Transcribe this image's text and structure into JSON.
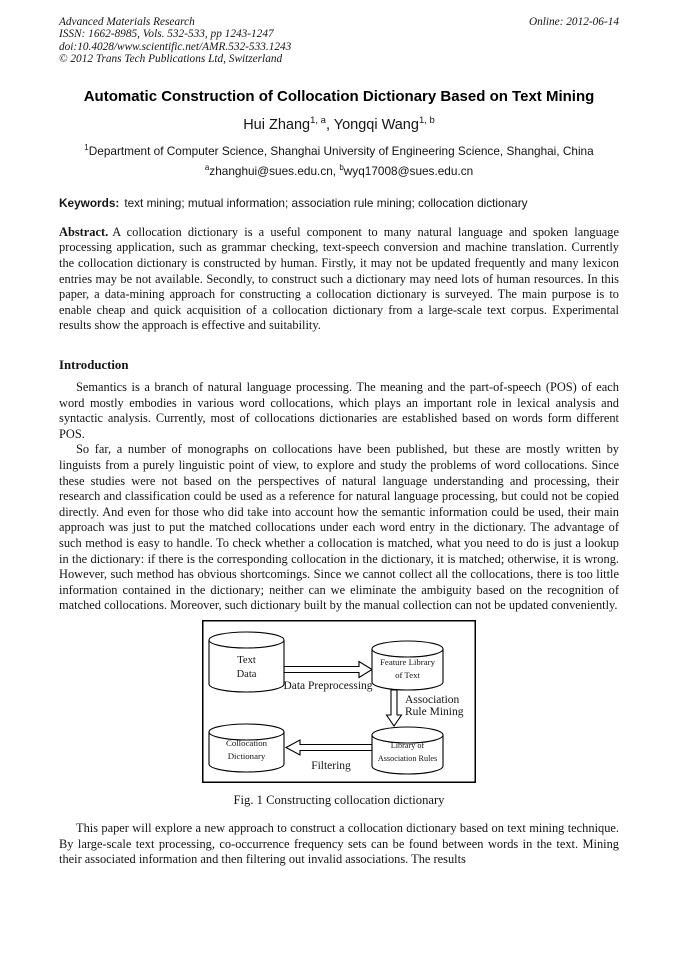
{
  "header": {
    "journal": "Advanced Materials Research",
    "issn": "ISSN: 1662-8985, Vols. 532-533, pp 1243-1247",
    "doi": "doi:10.4028/www.scientific.net/AMR.532-533.1243",
    "copyright": "© 2012 Trans Tech Publications Ltd, Switzerland",
    "online": "Online: 2012-06-14"
  },
  "title": "Automatic Construction of Collocation Dictionary Based on Text Mining",
  "authors": {
    "author1": "Hui Zhang",
    "author1_sup": "1, a",
    "separator": ", ",
    "author2": "Yongqi Wang",
    "author2_sup": "1, b"
  },
  "affiliation": {
    "sup": "1",
    "text": "Department of Computer Science, Shanghai University of Engineering Science, Shanghai, China"
  },
  "contact": {
    "sup_a": "a",
    "email_a": "zhanghui@sues.edu.cn, ",
    "sup_b": "b",
    "email_b": "wyq17008@sues.edu.cn"
  },
  "keywords": {
    "label": "Keywords:",
    "text": "text mining; mutual information; association rule mining; collocation dictionary"
  },
  "abstract": {
    "label": "Abstract.",
    "text": "A collocation dictionary is a useful component to many natural language and spoken language processing application, such as grammar checking, text-speech conversion and machine translation. Currently the collocation dictionary is constructed by human. Firstly, it may not be updated frequently and many lexicon entries may be not available. Secondly, to construct such a dictionary may need lots of human resources. In this paper, a data-mining approach for constructing a collocation dictionary is surveyed. The main purpose is to enable cheap and quick acquisition of a collocation dictionary from a large-scale text corpus. Experimental results show the approach is effective and suitability."
  },
  "sections": {
    "intro_heading": "Introduction",
    "para1": "Semantics is a branch of natural language processing. The meaning and the part-of-speech (POS) of each word mostly embodies in various word collocations, which plays an important role in lexical analysis and syntactic analysis. Currently, most of collocations dictionaries are established based on words form different POS.",
    "para2": "So far, a number of monographs on collocations have been published, but these are mostly written by linguists from a purely linguistic point of view, to explore and study the problems of word collocations. Since these studies were not based on the perspectives of natural language understanding and processing, their research and classification could be used as a reference for natural language processing, but could not be copied directly. And even for those who did take into account how the semantic information could be used, their main approach was just to put the matched collocations under each word entry in the dictionary. The advantage of such method is easy to handle. To check whether a collocation is matched, what you need to do is just a lookup in the dictionary: if there is the corresponding collocation in the dictionary, it is matched; otherwise, it is wrong. However, such method has obvious shortcomings. Since we cannot collect all the collocations, there is too little information contained in the dictionary; neither can we eliminate the ambiguity based on the recognition of matched collocations. Moreover, such dictionary built by the manual collection can not be updated conveniently.",
    "para3": "This paper will explore a new approach to construct a collocation dictionary based on text mining technique. By large-scale text processing, co-occurrence frequency sets can be found between words in the text. Mining their associated information and then filtering out invalid associations. The results"
  },
  "figure": {
    "caption": "Fig. 1 Constructing collocation dictionary",
    "cylinders": {
      "text_data": {
        "line1": "Text",
        "line2": "Data"
      },
      "feature_library": {
        "line1": "Feature Library",
        "line2": "of Text"
      },
      "collocation_dictionary": {
        "line1": "Collocation",
        "line2": "Dictionary"
      },
      "association_rules": {
        "line1": "Library of",
        "line2": "Association Rules"
      }
    },
    "arrows": {
      "data_preprocessing": "Data Preprocessing",
      "association_rule_line1": "Association",
      "association_rule_line2": "Rule Mining",
      "filtering": "Filtering"
    }
  }
}
